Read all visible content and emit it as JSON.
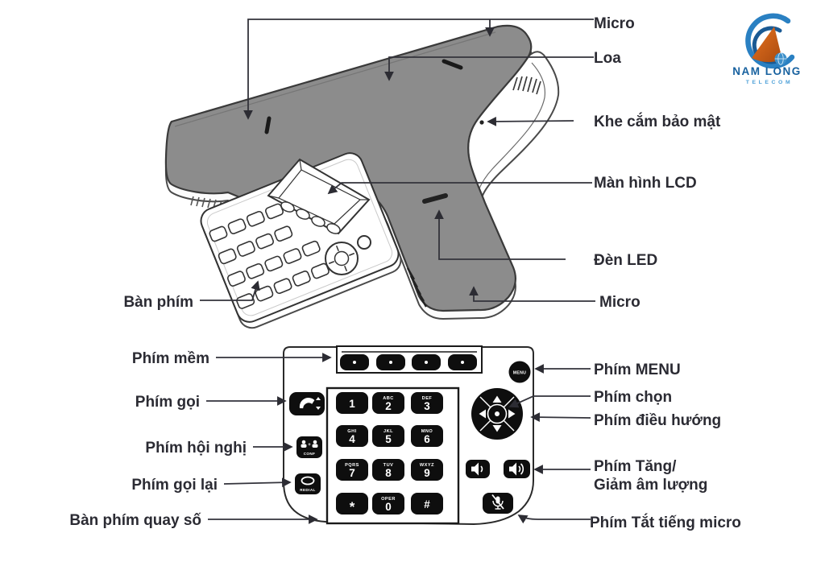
{
  "logo": {
    "brand": "NAM LONG",
    "tagline": "TELECOM"
  },
  "phone": {
    "labels": {
      "micro_top": "Micro",
      "loa": "Loa",
      "security_slot": "Khe cắm bảo mật",
      "lcd": "Màn hình LCD",
      "led": "Đèn LED",
      "micro_bottom": "Micro",
      "keyboard": "Bàn phím"
    }
  },
  "keypad": {
    "labels": {
      "soft_keys": "Phím mềm",
      "call": "Phím gọi",
      "conference": "Phím hội nghị",
      "redial": "Phím gọi lại",
      "dial_pad": "Bàn phím quay số",
      "menu": "Phím MENU",
      "select": "Phím chọn",
      "navigation": "Phím điều hướng",
      "volume_line1": "Phím Tăng/",
      "volume_line2": "Giảm âm lượng",
      "mute": "Phím Tắt tiếng micro"
    },
    "menu_label": "MENU",
    "conf_label": "CONF",
    "redial_label": "REDIAL",
    "keys": [
      {
        "digit": "1",
        "letters": ""
      },
      {
        "digit": "2",
        "letters": "ABC"
      },
      {
        "digit": "3",
        "letters": "DEF"
      },
      {
        "digit": "4",
        "letters": "GHI"
      },
      {
        "digit": "5",
        "letters": "JKL"
      },
      {
        "digit": "6",
        "letters": "MNO"
      },
      {
        "digit": "7",
        "letters": "PQRS"
      },
      {
        "digit": "8",
        "letters": "TUV"
      },
      {
        "digit": "9",
        "letters": "WXYZ"
      },
      {
        "digit": "*",
        "letters": ""
      },
      {
        "digit": "0",
        "letters": "OPER"
      },
      {
        "digit": "#",
        "letters": ""
      }
    ]
  },
  "colors": {
    "body_gray": "#8c8c8c",
    "outline": "#3a3a3a",
    "label_text": "#2b2b33",
    "key_black": "#0e0e0e",
    "logo_blue": "#1c6aa8",
    "logo_light_blue": "#4da0d8",
    "logo_orange": "#d4601a"
  }
}
